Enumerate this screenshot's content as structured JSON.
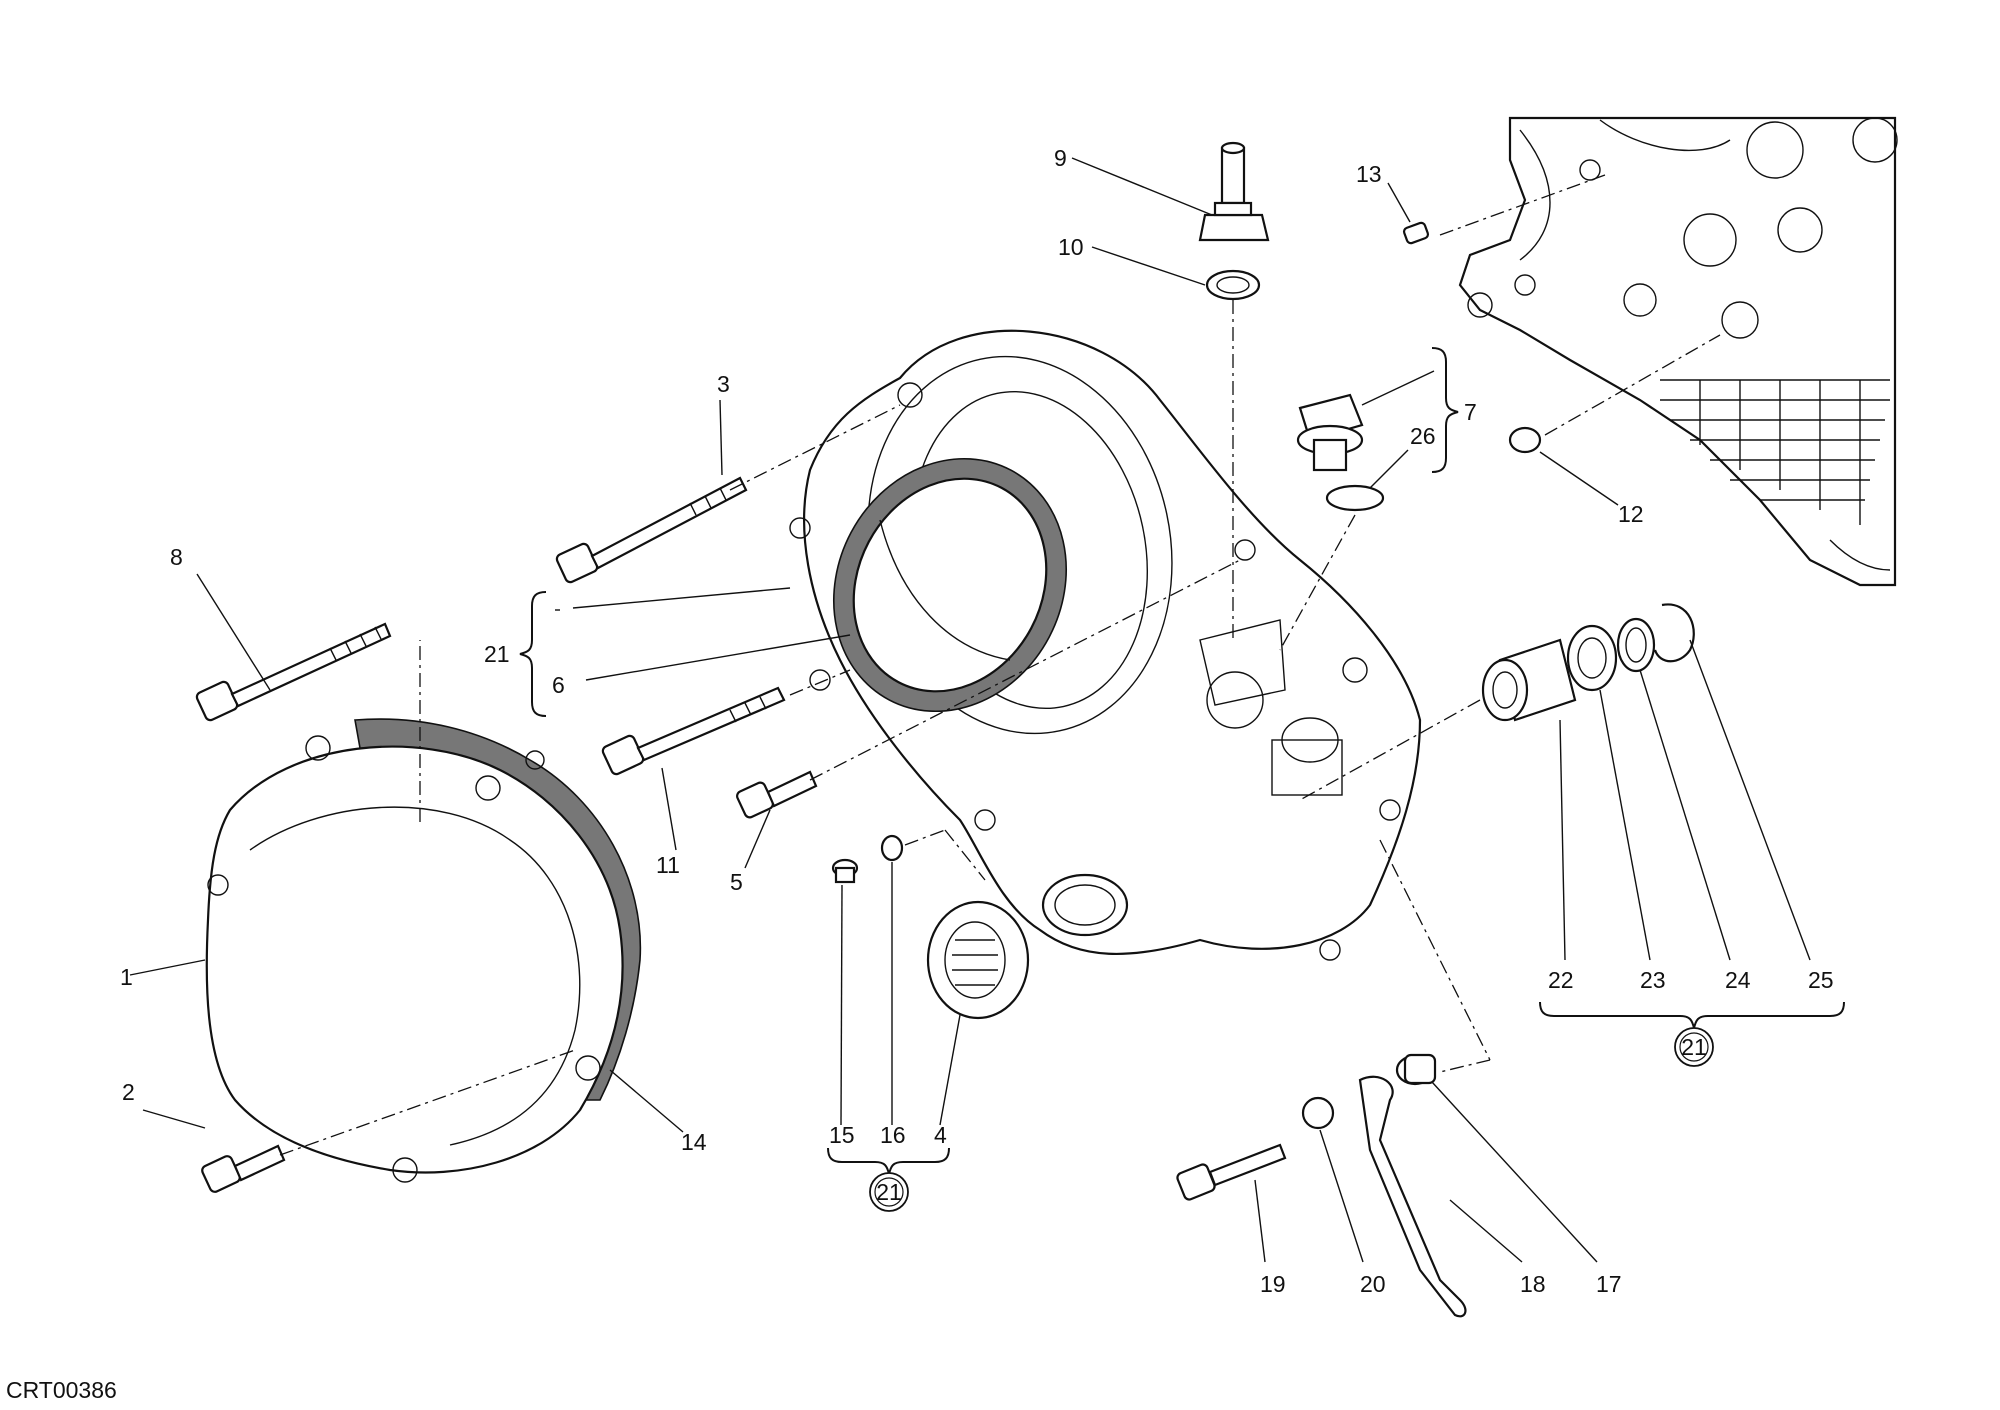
{
  "drawing_code": "CRT00386",
  "callouts": {
    "c1": "1",
    "c2": "2",
    "c3": "3",
    "c4": "4",
    "c5": "5",
    "c6": "6",
    "c7": "7",
    "c8": "8",
    "c9": "9",
    "c10": "10",
    "c11": "11",
    "c12": "12",
    "c13": "13",
    "c14": "14",
    "c15": "15",
    "c16": "16",
    "c17": "17",
    "c18": "18",
    "c19": "19",
    "c20": "20",
    "c21": "21",
    "c22": "22",
    "c23": "23",
    "c24": "24",
    "c25": "25",
    "c26": "26"
  },
  "kit_markers": {
    "k_left": "21",
    "k_bottom": "21",
    "k_right": "21"
  }
}
